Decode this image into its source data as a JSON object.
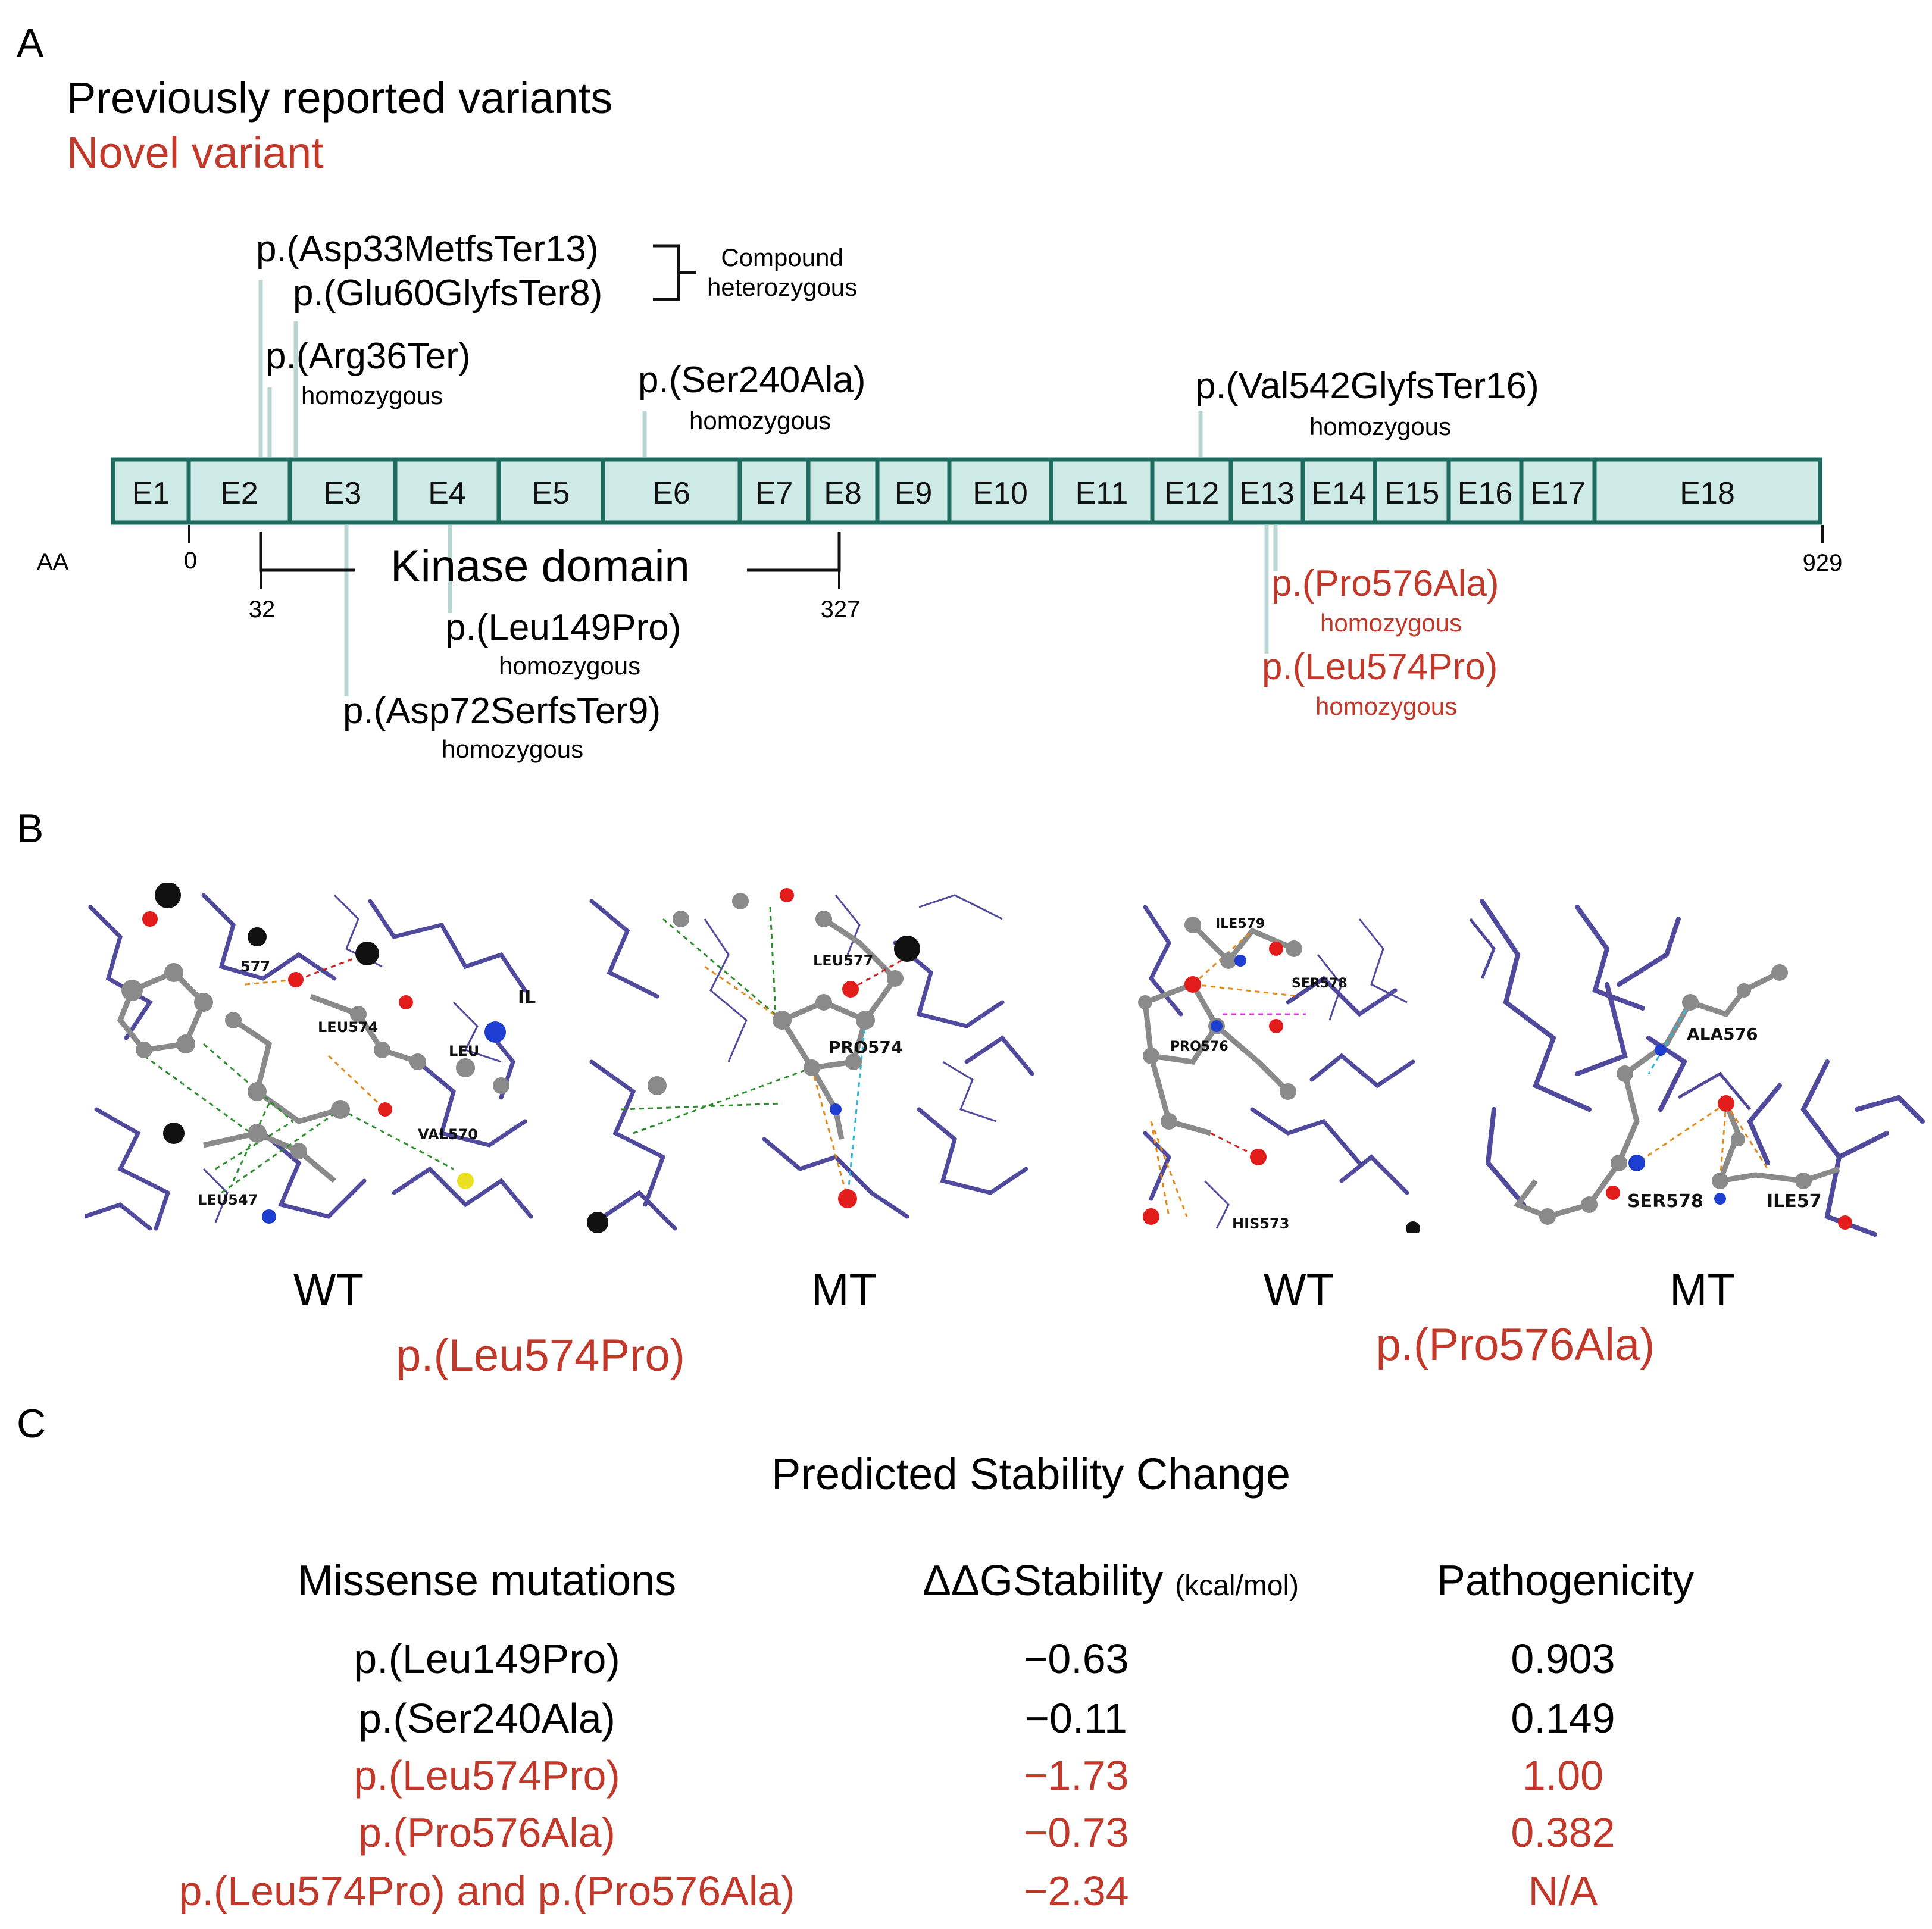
{
  "panels": {
    "a": "A",
    "b": "B",
    "c": "C"
  },
  "legend": {
    "previous": "Previously reported variants",
    "novel": "Novel variant"
  },
  "colors": {
    "exon_fill": "#cdeae6",
    "exon_stroke": "#1e6b5f",
    "novel_red": "#c0392b",
    "stick_gray": "#b9d6d2",
    "structure_purple": "#4f4a9c"
  },
  "exons": [
    "E1",
    "E2",
    "E3",
    "E4",
    "E5",
    "E6",
    "E7",
    "E8",
    "E9",
    "E10",
    "E11",
    "E12",
    "E13",
    "E14",
    "E15",
    "E16",
    "E17",
    "E18"
  ],
  "aa_label": "AA",
  "aa_ticks": {
    "start": "0",
    "kinase_start": "32",
    "kinase_end": "327",
    "end": "929"
  },
  "kinase_label": "Kinase domain",
  "compound": {
    "line1": "Compound",
    "line2": "heterozygous"
  },
  "variants_above": {
    "asp33": "p.(Asp33MetfsTer13)",
    "glu60": "p.(Glu60GlyfsTer8)",
    "arg36": "p.(Arg36Ter)",
    "arg36_zyg": "homozygous",
    "ser240": "p.(Ser240Ala)",
    "ser240_zyg": "homozygous",
    "val542": "p.(Val542GlyfsTer16)",
    "val542_zyg": "homozygous"
  },
  "variants_below": {
    "leu149": "p.(Leu149Pro)",
    "leu149_zyg": "homozygous",
    "asp72": "p.(Asp72SerfsTer9)",
    "asp72_zyg": "homozygous"
  },
  "novel_variants": {
    "pro576": "p.(Pro576Ala)",
    "pro576_zyg": "homozygous",
    "leu574": "p.(Leu574Pro)",
    "leu574_zyg": "homozygous"
  },
  "structures": {
    "p1": {
      "labels": [
        "LEU574",
        "LEU547",
        "VAL570",
        "IL",
        "LEU",
        "577"
      ]
    },
    "p2": {
      "labels": [
        "LEU577",
        "PRO574"
      ]
    },
    "p3": {
      "labels": [
        "ILE579",
        "SER578",
        "PRO576",
        "HIS573"
      ]
    },
    "p4": {
      "labels": [
        "ALA576",
        "SER578",
        "ILE57"
      ]
    }
  },
  "captions": {
    "wt1": "WT",
    "mt1": "MT",
    "wt2": "WT",
    "mt2": "MT",
    "mut1": "p.(Leu574Pro)",
    "mut2": "p.(Pro576Ala)"
  },
  "table": {
    "title": "Predicted Stability Change",
    "headers": {
      "mutation": "Missense mutations",
      "ddg": "ΔΔGStability",
      "ddg_unit": "(kcal/mol)",
      "path": "Pathogenicity"
    },
    "rows": [
      {
        "mutation": "p.(Leu149Pro)",
        "ddg": "−0.63",
        "path": "0.903",
        "novel": false
      },
      {
        "mutation": "p.(Ser240Ala)",
        "ddg": "−0.11",
        "path": "0.149",
        "novel": false
      },
      {
        "mutation": "p.(Leu574Pro)",
        "ddg": "−1.73",
        "path": "1.00",
        "novel": true
      },
      {
        "mutation": "p.(Pro576Ala)",
        "ddg": "−0.73",
        "path": "0.382",
        "novel": true
      },
      {
        "mutation": "p.(Leu574Pro) and p.(Pro576Ala)",
        "ddg": "−2.34",
        "path": "N/A",
        "novel": true
      }
    ]
  }
}
